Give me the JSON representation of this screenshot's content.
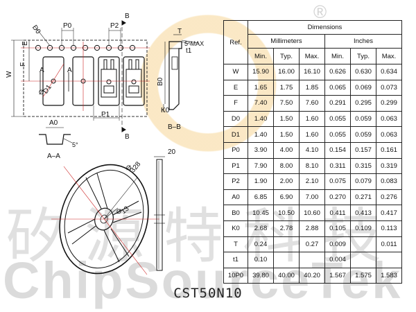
{
  "part_number": "CST50N10",
  "watermark": {
    "chinese": "矽源特科技",
    "english": "ChipSourceTek",
    "registered": "®"
  },
  "drawing_labels": {
    "d0": "D0",
    "p0": "P0",
    "p2": "P2",
    "b": "B",
    "e": "E",
    "w": "W",
    "f": "F",
    "a": "A",
    "d1": "D1",
    "p1": "P1",
    "t": "T",
    "t1": "t1",
    "max_angle": "5°MAX",
    "b0": "B0",
    "k0": "K0",
    "section_bb": "B–B",
    "a0": "A0",
    "angle5": "5°",
    "section_aa": "A–A",
    "reel_od": "328",
    "reel_hub": "13",
    "reel_width": "20"
  },
  "table": {
    "ref_header": "Ref.",
    "dimensions_header": "Dimensions",
    "mm_header": "Millimeters",
    "inch_header": "Inches",
    "subheaders": [
      "Min.",
      "Typ.",
      "Max.",
      "Min.",
      "Typ.",
      "Max."
    ],
    "rows": [
      {
        "ref": "W",
        "mm_min": "15.90",
        "mm_typ": "16.00",
        "mm_max": "16.10",
        "in_min": "0.626",
        "in_typ": "0.630",
        "in_max": "0.634"
      },
      {
        "ref": "E",
        "mm_min": "1.65",
        "mm_typ": "1.75",
        "mm_max": "1.85",
        "in_min": "0.065",
        "in_typ": "0.069",
        "in_max": "0.073"
      },
      {
        "ref": "F",
        "mm_min": "7.40",
        "mm_typ": "7.50",
        "mm_max": "7.60",
        "in_min": "0.291",
        "in_typ": "0.295",
        "in_max": "0.299"
      },
      {
        "ref": "D0",
        "mm_min": "1.40",
        "mm_typ": "1.50",
        "mm_max": "1.60",
        "in_min": "0.055",
        "in_typ": "0.059",
        "in_max": "0.063"
      },
      {
        "ref": "D1",
        "mm_min": "1.40",
        "mm_typ": "1.50",
        "mm_max": "1.60",
        "in_min": "0.055",
        "in_typ": "0.059",
        "in_max": "0.063"
      },
      {
        "ref": "P0",
        "mm_min": "3.90",
        "mm_typ": "4.00",
        "mm_max": "4.10",
        "in_min": "0.154",
        "in_typ": "0.157",
        "in_max": "0.161"
      },
      {
        "ref": "P1",
        "mm_min": "7.90",
        "mm_typ": "8.00",
        "mm_max": "8.10",
        "in_min": "0.311",
        "in_typ": "0.315",
        "in_max": "0.319"
      },
      {
        "ref": "P2",
        "mm_min": "1.90",
        "mm_typ": "2.00",
        "mm_max": "2.10",
        "in_min": "0.075",
        "in_typ": "0.079",
        "in_max": "0.083"
      },
      {
        "ref": "A0",
        "mm_min": "6.85",
        "mm_typ": "6.90",
        "mm_max": "7.00",
        "in_min": "0.270",
        "in_typ": "0.271",
        "in_max": "0.276"
      },
      {
        "ref": "B0",
        "mm_min": "10.45",
        "mm_typ": "10.50",
        "mm_max": "10.60",
        "in_min": "0.411",
        "in_typ": "0.413",
        "in_max": "0.417"
      },
      {
        "ref": "K0",
        "mm_min": "2.68",
        "mm_typ": "2.78",
        "mm_max": "2.88",
        "in_min": "0.105",
        "in_typ": "0.109",
        "in_max": "0.113"
      },
      {
        "ref": "T",
        "mm_min": "0.24",
        "mm_typ": "",
        "mm_max": "0.27",
        "in_min": "0.009",
        "in_typ": "",
        "in_max": "0.011"
      },
      {
        "ref": "t1",
        "mm_min": "0.10",
        "mm_typ": "",
        "mm_max": "",
        "in_min": "0.004",
        "in_typ": "",
        "in_max": ""
      },
      {
        "ref": "10P0",
        "mm_min": "39.80",
        "mm_typ": "40.00",
        "mm_max": "40.20",
        "in_min": "1.567",
        "in_typ": "1.575",
        "in_max": "1.583"
      }
    ]
  }
}
